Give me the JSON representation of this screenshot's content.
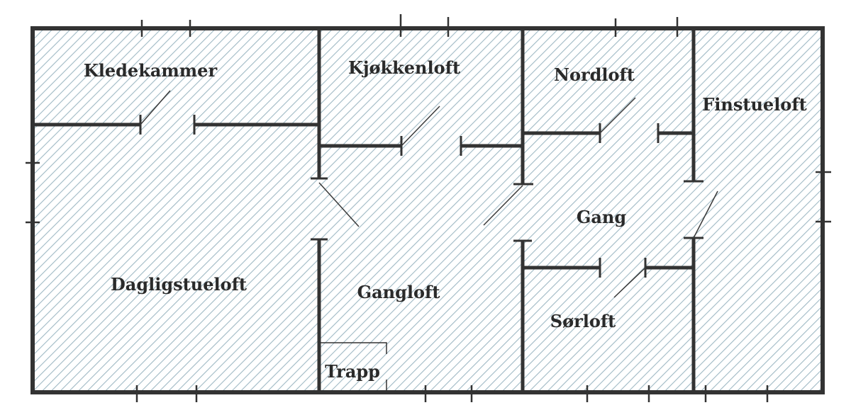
{
  "rooms": {
    "kledekammer": "Kledekammer",
    "kjokkenloft": "Kjøkkenloft",
    "nordloft": "Nordloft",
    "finstueloft": "Finstueloft",
    "gang": "Gang",
    "dagligstueloft": "Dagligstueloft",
    "gangloft": "Gangloft",
    "sorloft": "Sørloft",
    "trapp": "Trapp"
  },
  "colors": {
    "hatch": "#9fb9c4",
    "wall": "#333333",
    "background": "#ffffff"
  }
}
